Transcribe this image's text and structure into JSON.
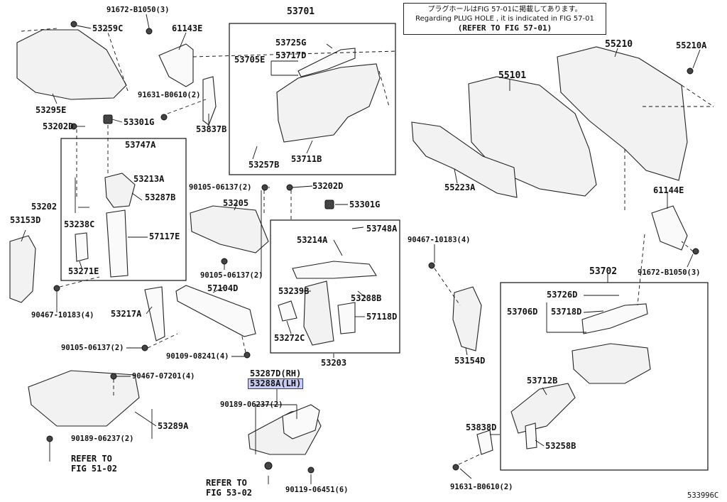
{
  "note": {
    "line1": "プラグホールはFIG 57-01に掲載してあります。",
    "line2": "Regarding PLUG HOLE , it is indicated in FIG 57-01",
    "line3": "(REFER TO FIG 57-01)"
  },
  "diagram_id": "533996C",
  "parts": {
    "p91672_top": "91672-B1050(3)",
    "p53259C": "53259C",
    "p61143E": "61143E",
    "p53701": "53701",
    "p53725G": "53725G",
    "p53717D": "53717D",
    "p53705E": "53705E",
    "p53295E": "53295E",
    "p91631_top": "91631-B0610(2)",
    "p53202D_l": "53202D",
    "p53301G_l": "53301G",
    "p53837B": "53837B",
    "p53747A": "53747A",
    "p53213A": "53213A",
    "p53287B": "53287B",
    "p53257B": "53257B",
    "p53711B": "53711B",
    "p53202": "53202",
    "p53238C": "53238C",
    "p57117E": "57117E",
    "p53271E": "53271E",
    "p53153D": "53153D",
    "p90467_left": "90467-10183(4)",
    "p90105_a": "90105-06137(2)",
    "p53205": "53205",
    "p53202D_m": "53202D",
    "p53301G_m": "53301G",
    "p53214A": "53214A",
    "p53748A": "53748A",
    "p90105_b": "90105-06137(2)",
    "p57104D": "57104D",
    "p53217A": "53217A",
    "p53239B": "53239B",
    "p53288B": "53288B",
    "p57118D": "57118D",
    "p53272C": "53272C",
    "p90105_c": "90105-06137(2)",
    "p90109": "90109-08241(4)",
    "p53203": "53203",
    "p90467_07201": "90467-07201(4)",
    "p53287D": "53287D(RH)",
    "p53288A": "53288A(LH)",
    "p90189_a": "90189-06237(2)",
    "p53289A": "53289A",
    "p90189_b": "90189-06237(2)",
    "p_refer51a": "REFER TO",
    "p_refer51b": "FIG 51-02",
    "p_refer53a": "REFER TO",
    "p_refer53b": "FIG 53-02",
    "p90119": "90119-06451(6)",
    "p55101": "55101",
    "p55210": "55210",
    "p55210A": "55210A",
    "p55223A": "55223A",
    "p61144E": "61144E",
    "p90467_right": "90467-10183(4)",
    "p91672_right": "91672-B1050(3)",
    "p53702": "53702",
    "p53726D": "53726D",
    "p53706D": "53706D",
    "p53718D": "53718D",
    "p53154D": "53154D",
    "p53712B": "53712B",
    "p53838D": "53838D",
    "p53258B": "53258B",
    "p91631_bottom": "91631-B0610(2)"
  }
}
